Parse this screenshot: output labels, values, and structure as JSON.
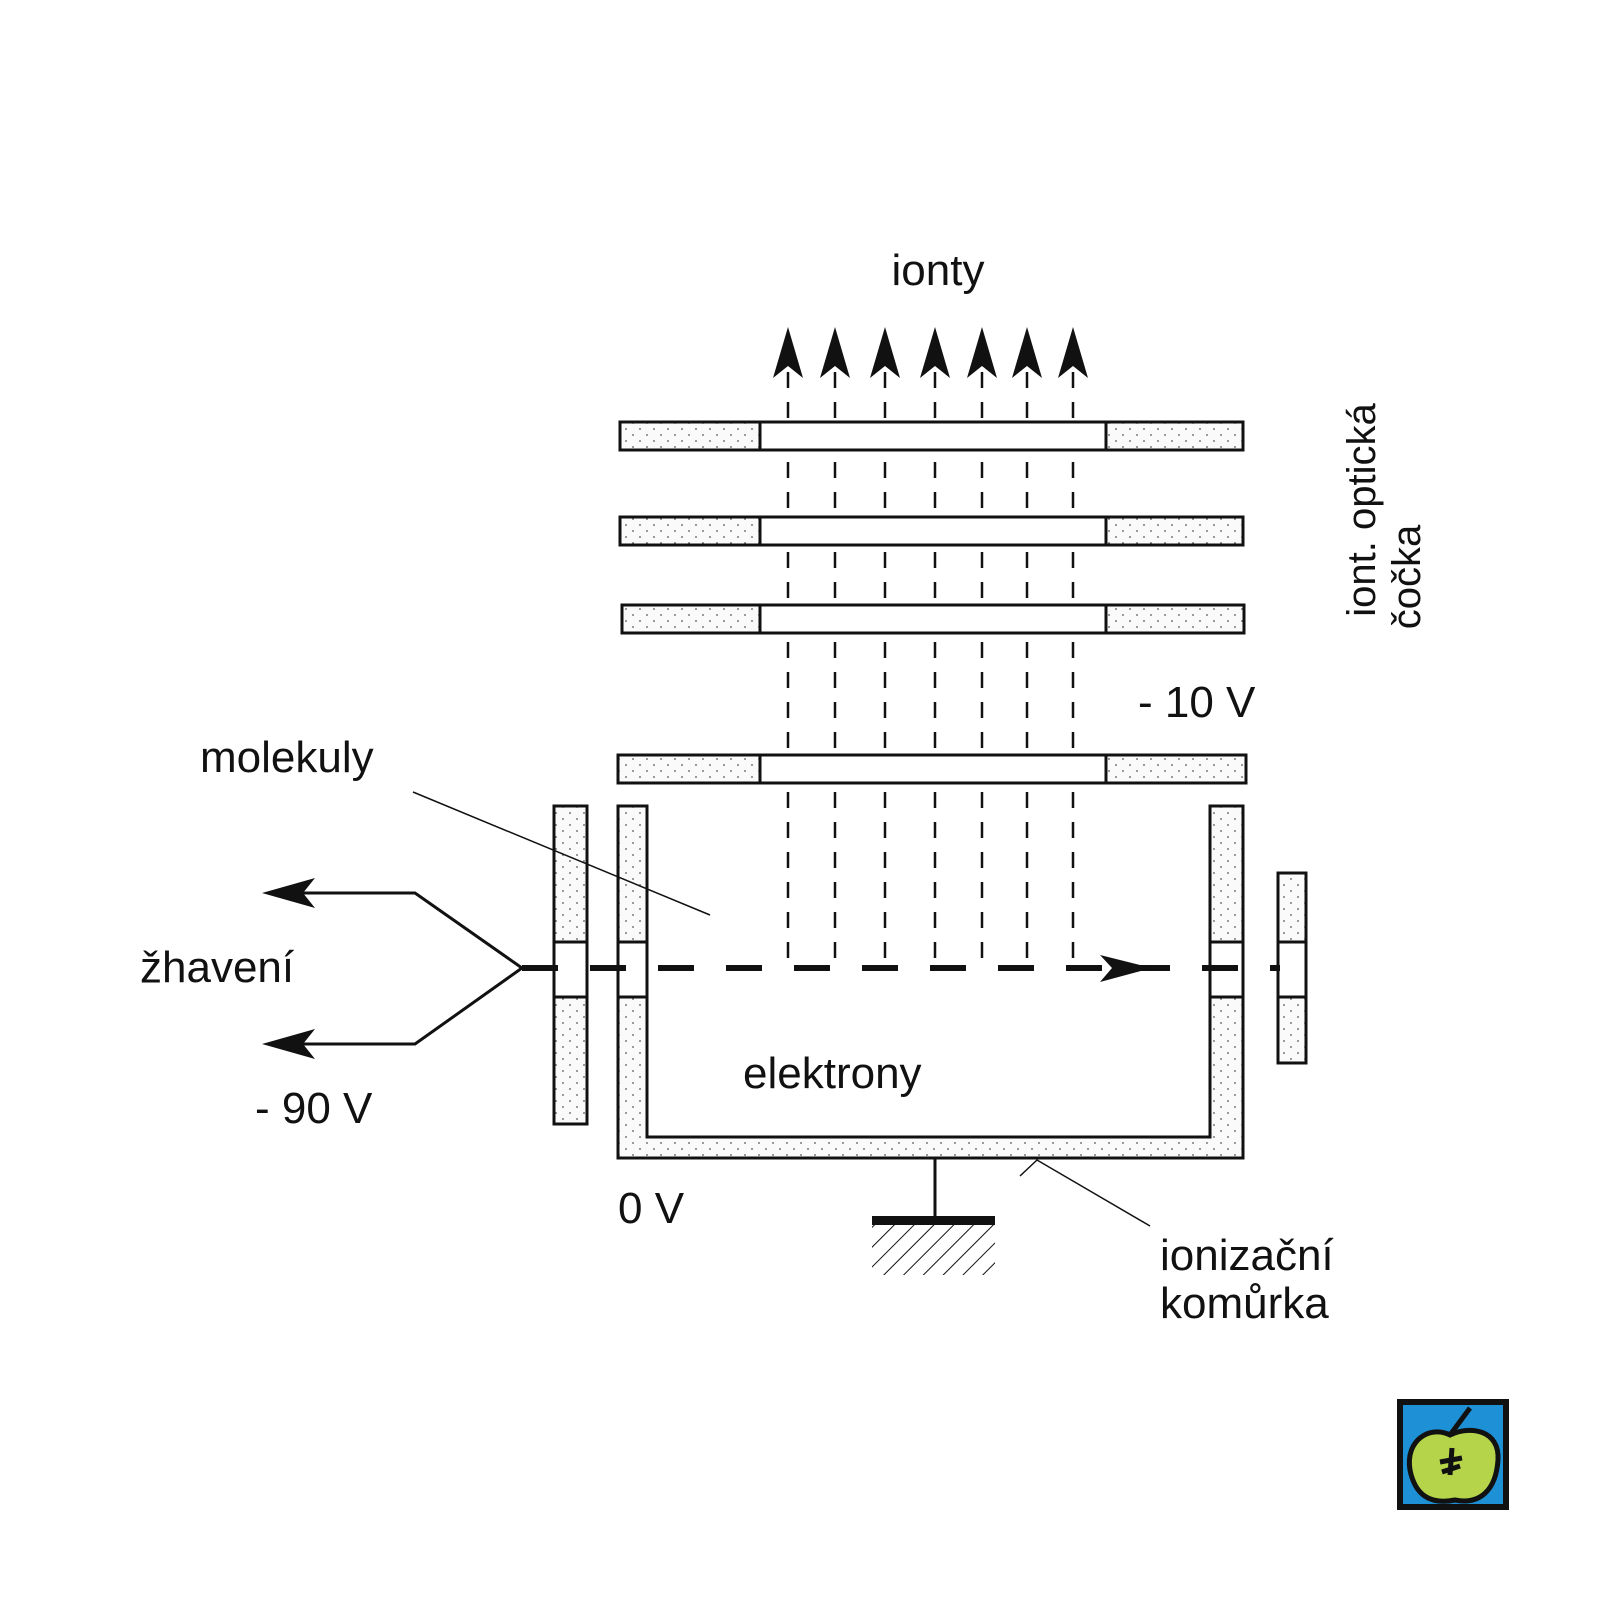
{
  "labels": {
    "ions": "ionty",
    "lens_line1": "iont. optická",
    "lens_line2": "čočka",
    "lens_voltage": "- 10 V",
    "molecules": "molekuly",
    "heating": "žhavení",
    "filament_voltage": "- 90 V",
    "electrons": "elektrony",
    "chamber_voltage": "0 V",
    "chamber_line1": "ionizační",
    "chamber_line2": "komůrka"
  },
  "colors": {
    "ink": "#111111",
    "logo_blue": "#1e90d6",
    "logo_green": "#b5d44a"
  },
  "logo": {
    "name": "apple-logo"
  }
}
